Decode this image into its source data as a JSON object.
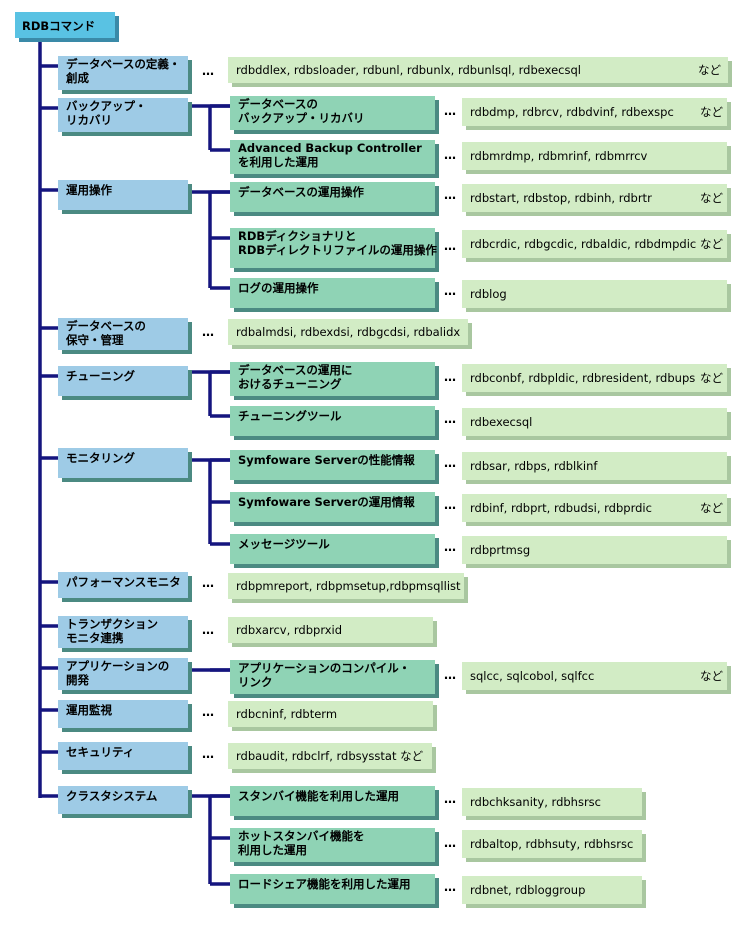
{
  "root": "RDBコマンド",
  "suffix": "など",
  "ellipsis": "…",
  "categories": [
    {
      "name": "データベースの定義・創成",
      "lines": [
        "データベースの定義・",
        "創成"
      ],
      "commands": "rdbddlex, rdbsloader, rdbunl, rdbunlx, rdbunlsql, rdbexecsql",
      "etc": true
    },
    {
      "name": "バックアップ・リカバリ",
      "lines": [
        "バックアップ・",
        "リカバリ"
      ],
      "subs": [
        {
          "lines": [
            "データベースの",
            "バックアップ・リカバリ"
          ],
          "commands": "rdbdmp, rdbrcv, rdbdvinf, rdbexspc",
          "etc": true
        },
        {
          "lines": [
            "Advanced Backup Controller",
            "を利用した運用"
          ],
          "commands": "rdbmrdmp, rdbmrinf, rdbmrrcv",
          "etc": false
        }
      ]
    },
    {
      "name": "運用操作",
      "lines": [
        "運用操作"
      ],
      "subs": [
        {
          "lines": [
            "データベースの運用操作"
          ],
          "commands": "rdbstart, rdbstop, rdbinh, rdbrtr",
          "etc": true
        },
        {
          "lines": [
            "RDBディクショナリと",
            "RDBディレクトリファイルの運用操作"
          ],
          "commands": "rdbcrdic, rdbgcdic, rdbaldic, rdbdmpdic",
          "etc": true
        },
        {
          "lines": [
            "ログの運用操作"
          ],
          "commands": "rdblog",
          "etc": false
        }
      ]
    },
    {
      "name": "データベースの保守・管理",
      "lines": [
        "データベースの",
        "保守・管理"
      ],
      "commands": "rdbalmdsi, rdbexdsi, rdbgcdsi, rdbalidx",
      "etc": false
    },
    {
      "name": "チューニング",
      "lines": [
        "チューニング"
      ],
      "subs": [
        {
          "lines": [
            "データベースの運用に",
            "おけるチューニング"
          ],
          "commands": "rdbconbf, rdbpldic, rdbresident, rdbups",
          "etc": true
        },
        {
          "lines": [
            "チューニングツール"
          ],
          "commands": "rdbexecsql",
          "etc": false
        }
      ]
    },
    {
      "name": "モニタリング",
      "lines": [
        "モニタリング"
      ],
      "subs": [
        {
          "lines": [
            "Symfoware Serverの性能情報"
          ],
          "commands": "rdbsar, rdbps, rdblkinf",
          "etc": false
        },
        {
          "lines": [
            "Symfoware Serverの運用情報"
          ],
          "commands": "rdbinf, rdbprt, rdbudsi, rdbprdic",
          "etc": true
        },
        {
          "lines": [
            "メッセージツール"
          ],
          "commands": "rdbprtmsg",
          "etc": false
        }
      ]
    },
    {
      "name": "パフォーマンスモニタ",
      "lines": [
        "パフォーマンスモニタ"
      ],
      "commands": "rdbpmreport, rdbpmsetup,rdbpmsqllist",
      "etc": false
    },
    {
      "name": "トランザクションモニタ連携",
      "lines": [
        "トランザクション",
        "モニタ連携"
      ],
      "commands": "rdbxarcv, rdbprxid",
      "etc": false
    },
    {
      "name": "アプリケーションの開発",
      "lines": [
        "アプリケーションの",
        "開発"
      ],
      "subs": [
        {
          "lines": [
            "アプリケーションのコンパイル・",
            "リンク"
          ],
          "commands": "sqlcc, sqlcobol, sqlfcc",
          "etc": true
        }
      ]
    },
    {
      "name": "運用監視",
      "lines": [
        "運用監視"
      ],
      "commands": "rdbcninf, rdbterm",
      "etc": false
    },
    {
      "name": "セキュリティ",
      "lines": [
        "セキュリティ"
      ],
      "commands": "rdbaudit, rdbclrf, rdbsysstat  など",
      "etc": false
    },
    {
      "name": "クラスタシステム",
      "lines": [
        "クラスタシステム"
      ],
      "subs": [
        {
          "lines": [
            "スタンバイ機能を利用した運用"
          ],
          "commands": "rdbchksanity, rdbhsrsc",
          "etc": false
        },
        {
          "lines": [
            "ホットスタンバイ機能を",
            "利用した運用"
          ],
          "commands": "rdbaltop, rdbhsuty, rdbhsrsc",
          "etc": false
        },
        {
          "lines": [
            "ロードシェア機能を利用した運用"
          ],
          "commands": "rdbnet, rdbloggroup",
          "etc": false
        }
      ]
    }
  ]
}
